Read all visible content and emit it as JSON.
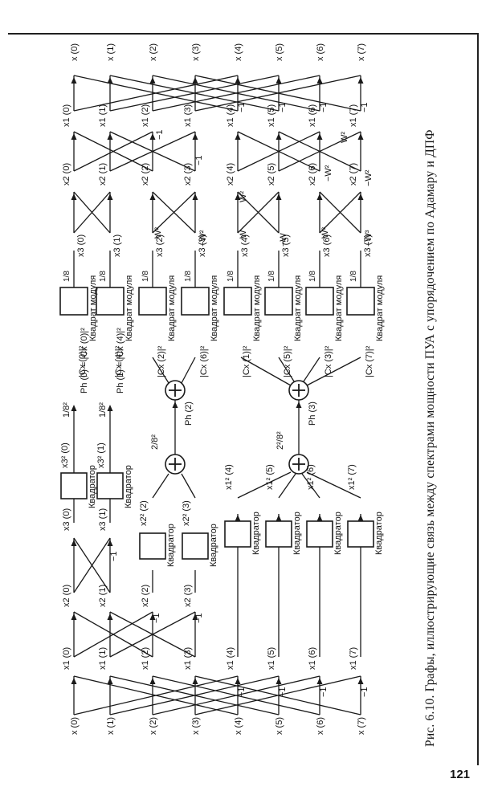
{
  "caption": "Рис. 6.10. Графы, иллюстрирующие связь между спектрами мощности ПУА с упорядочением по Адамару и ДПФ",
  "page_number": "121",
  "labels": {
    "input": [
      "x (0)",
      "x (1)",
      "x (2)",
      "x (3)",
      "x (4)",
      "x (5)",
      "x (6)",
      "x (7)"
    ],
    "stage1": [
      "x1 (0)",
      "x1 (1)",
      "x1 (2)",
      "x1 (3)",
      "x1 (4)",
      "x1 (5)",
      "x1 (6)",
      "x1 (7)"
    ],
    "stage2": [
      "x2 (0)",
      "x2 (1)",
      "x2 (2)",
      "x2 (3)",
      "x2 (4)",
      "x2 (5)",
      "x2 (6)",
      "x2 (7)"
    ],
    "stage3": [
      "x3 (0)",
      "x3 (1)",
      "x3 (2)",
      "x3 (3)",
      "x3 (4)",
      "x3 (5)",
      "x3 (6)",
      "x3 (7)"
    ],
    "squares_left": [
      "x3² (0)",
      "x3² (1)",
      "x2² (2)",
      "x2² (3)",
      "x1² (4)",
      "x1² (5)",
      "x1² (6)",
      "x1² (7)"
    ],
    "power": [
      "Ph (0) = |Cx (0)|²",
      "Ph (1) = |Cx (4)|²",
      "Ph (2)",
      "Ph (3)"
    ],
    "modulus_outputs": [
      "|Cx (0)|²",
      "|Cx (4)|²",
      "|Cx (2)|²",
      "|Cx (6)|²",
      "|Cx (1)|²",
      "|Cx (5)|²",
      "|Cx (3)|²",
      "|Cx (7)|²"
    ],
    "box_square": "Квадратор",
    "box_modulus": "Квадрат модуля",
    "coef_eighth": "1/8",
    "coef_eighth_sq": "1/8²",
    "coef_two": "2/8²",
    "coef_four": "2²/8²",
    "minus_one": "−1",
    "twiddles": [
      "W²",
      "−W²",
      "W",
      "−W",
      "W³",
      "−W³"
    ]
  }
}
